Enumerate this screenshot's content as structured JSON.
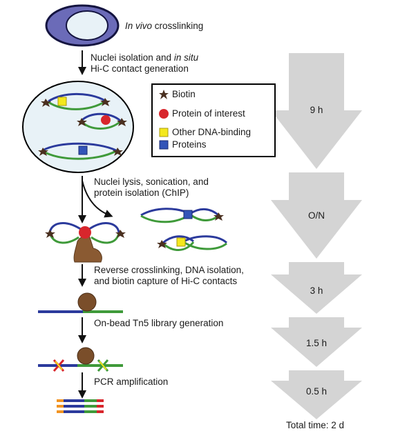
{
  "steps": {
    "crosslink_italic": "In vivo",
    "crosslink_rest": " crosslinking",
    "nuclei_line1_a": "Nuclei isolation and ",
    "nuclei_line1_b": "in situ",
    "nuclei_line2": "Hi-C contact generation",
    "lysis_line1": "Nuclei lysis, sonication, and",
    "lysis_line2": "protein isolation (ChIP)",
    "reverse_line1": "Reverse crosslinking, DNA isolation,",
    "reverse_line2": "and biotin capture of Hi-C contacts",
    "tn5": "On-bead Tn5 library generation",
    "pcr": "PCR amplification"
  },
  "legend": {
    "biotin": "Biotin",
    "protein_of_interest": "Protein of interest",
    "other_line1": "Other DNA-binding",
    "other_line2": "Proteins"
  },
  "timeline": {
    "t1": "9 h",
    "t2": "O/N",
    "t3": "3 h",
    "t4": "1.5 h",
    "t5": "0.5 h",
    "total": "Total time: 2 d"
  },
  "colors": {
    "nucleus_fill": "#6b6bb8",
    "cell_fill": "#e8f2f7",
    "dna_blue": "#2b3a9c",
    "dna_green": "#3f9a3a",
    "protein_red": "#d8262c",
    "protein_yellow": "#f4e81c",
    "protein_blue": "#3354b8",
    "bead_brown": "#7a4e2a",
    "timeline_gray": "#d4d4d4"
  }
}
